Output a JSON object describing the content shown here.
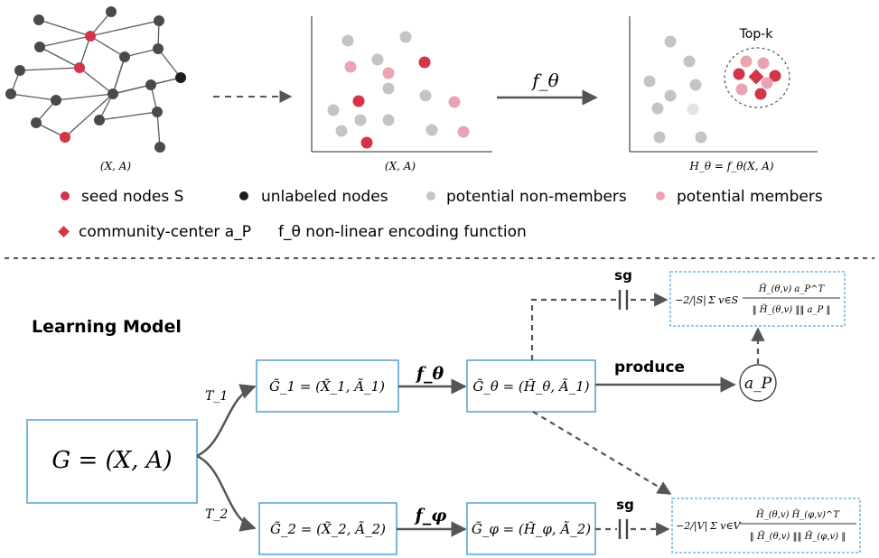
{
  "panels": {
    "graph_caption": "(X, A)",
    "scatter_caption": "(X, A)",
    "encoded_caption": "H_θ = f_θ(X, A)",
    "arrow_label": "f_θ",
    "topk_label": "Top-k"
  },
  "legend": {
    "seed": "seed nodes S",
    "unlabeled": "unlabeled nodes",
    "non_members": "potential non-members",
    "members": "potential members",
    "center": "community-center a_P",
    "encoder": "f_θ  non-linear encoding function"
  },
  "model": {
    "title": "Learning Model",
    "g": "G = (X, A)",
    "tau1": "T_1",
    "tau2": "T_2",
    "g1": "G̃_1 = (X̃_1, Ã_1)",
    "g2": "G̃_2 = (X̃_2, Ã_2)",
    "f_theta": "f_θ",
    "f_phi": "f_φ",
    "g_theta": "G̃_θ = (H̃_θ, Ã_1)",
    "g_phi": "G̃_φ = (H̃_φ, Ã_2)",
    "produce": "produce",
    "ap": "a_P",
    "sg_top": "sg",
    "sg_bottom": "sg",
    "loss_top_coef": "−2/|S|",
    "loss_top_sum": "Σ v∈S",
    "loss_top_num": "H̃_(θ,v) a_P^T",
    "loss_top_den": "‖ H̃_(θ,v) ‖‖ a_P ‖",
    "loss_bottom_coef": "−2/|V|",
    "loss_bottom_sum": "Σ v∈V",
    "loss_bottom_num": "H̃_(θ,v) H̃_(φ,v)^T",
    "loss_bottom_den": "‖ H̃_(θ,v) ‖‖ H̃_(φ,v) ‖"
  },
  "colors": {
    "seed": "#d2344a",
    "unlabeled": "#1e1e1e",
    "node": "#4a4a4a",
    "non_member": "#c4c4c4",
    "member": "#eaa3b0",
    "box_border": "#5aa7d6",
    "arrow": "#555555"
  }
}
